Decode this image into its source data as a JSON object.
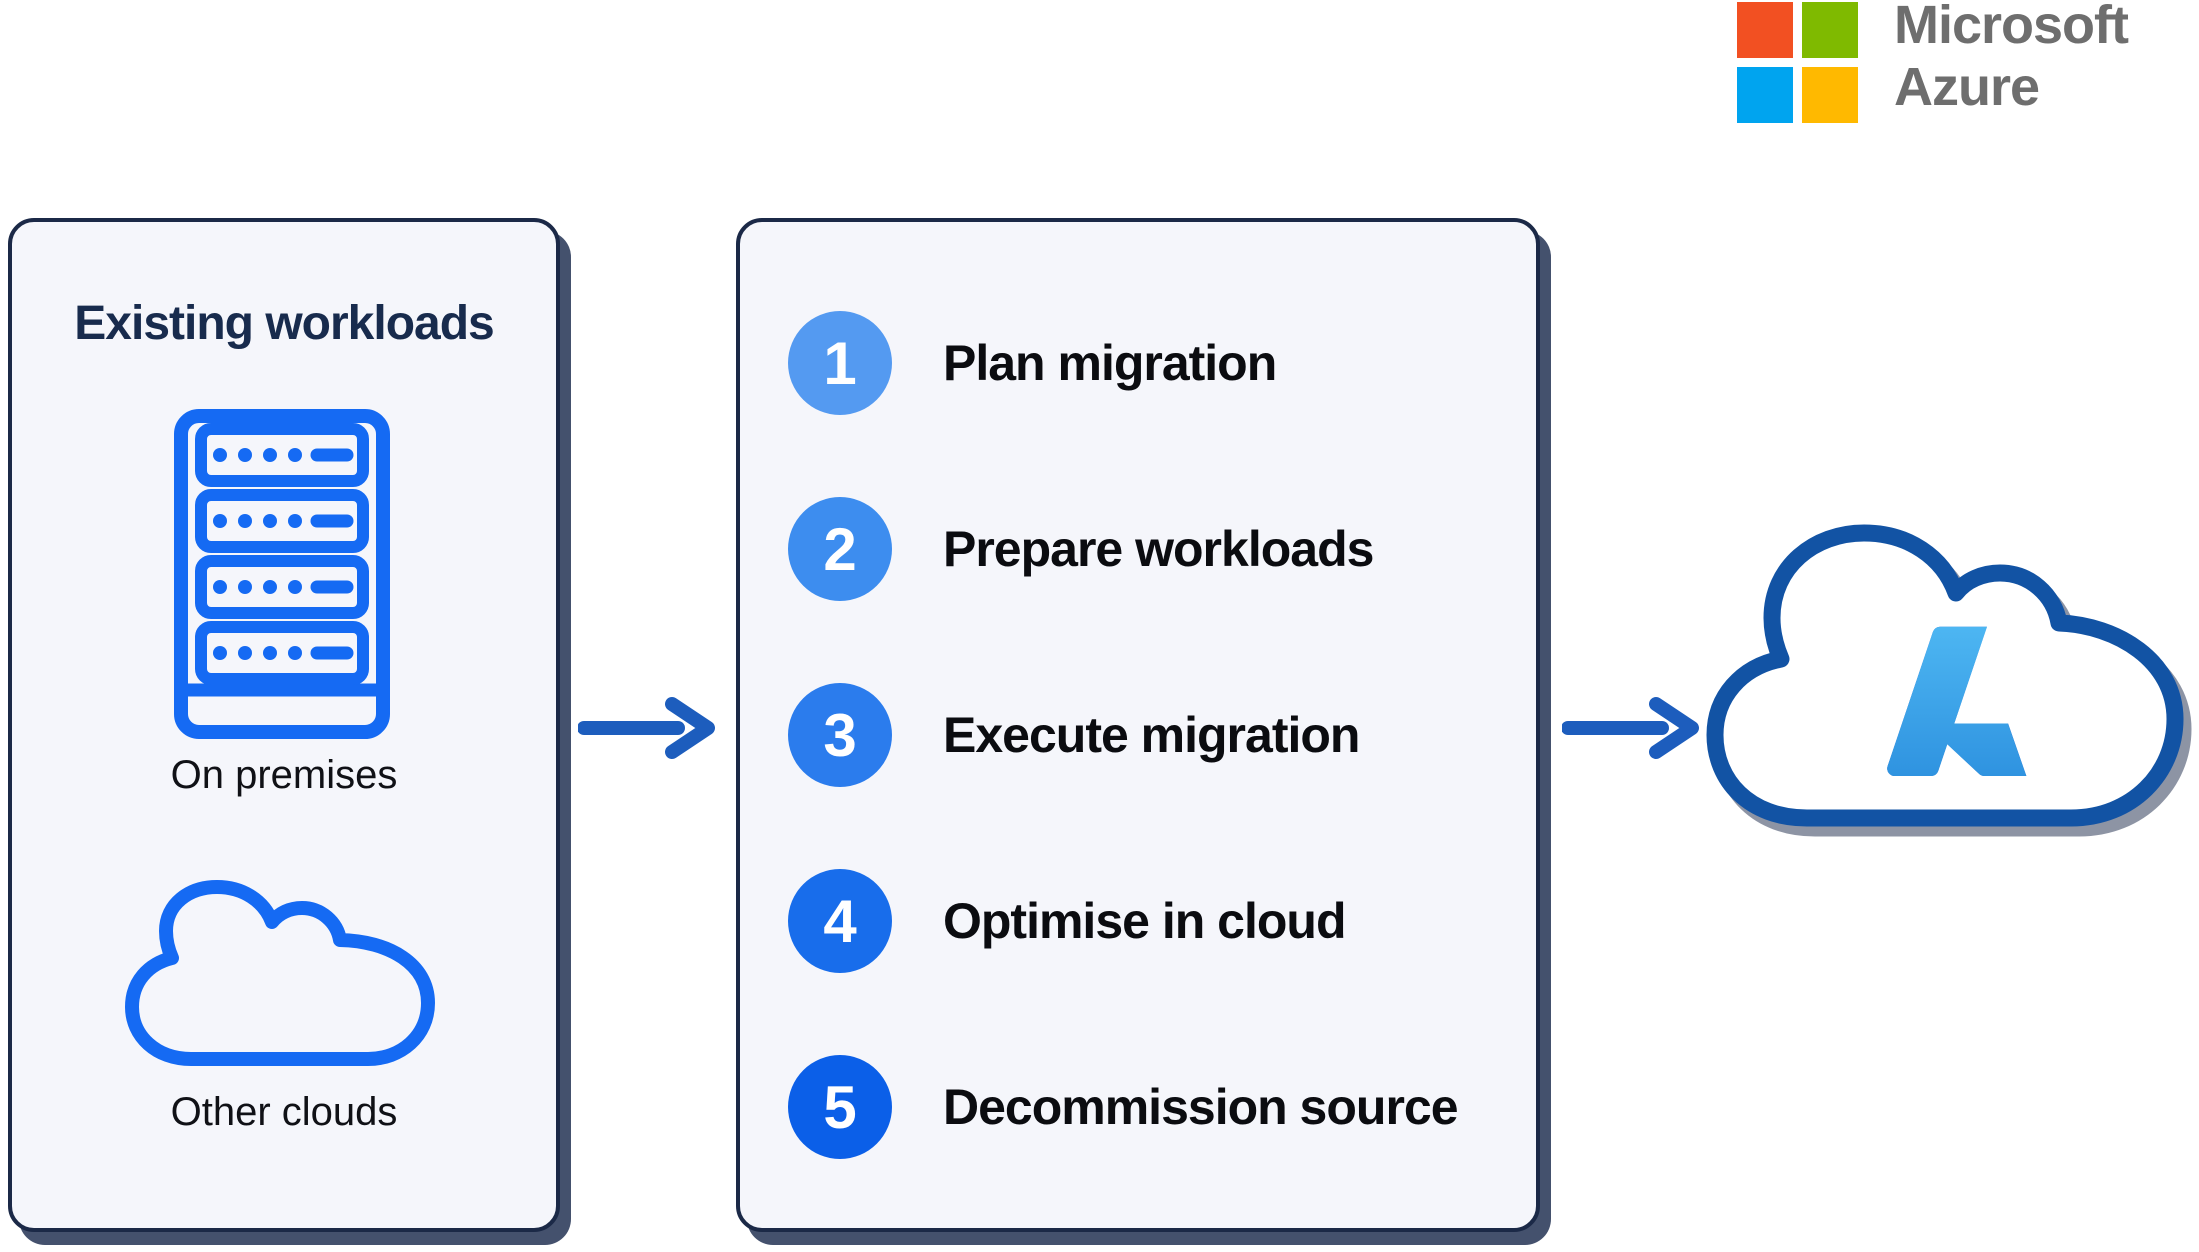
{
  "brand": {
    "name_line1": "Microsoft",
    "name_line2": "Azure",
    "square_colors": [
      "#F25022",
      "#7FBA00",
      "#00A4EF",
      "#FFB900"
    ]
  },
  "left_panel": {
    "title": "Existing workloads",
    "items": [
      {
        "icon": "server-rack-icon",
        "label": "On premises"
      },
      {
        "icon": "cloud-outline-icon",
        "label": "Other clouds"
      }
    ]
  },
  "steps_panel": {
    "steps": [
      {
        "number": "1",
        "label": "Plan migration",
        "circle_color": "#549af1"
      },
      {
        "number": "2",
        "label": "Prepare workloads",
        "circle_color": "#3d8def"
      },
      {
        "number": "3",
        "label": "Execute migration",
        "circle_color": "#2b7ced"
      },
      {
        "number": "4",
        "label": "Optimise in cloud",
        "circle_color": "#186deb"
      },
      {
        "number": "5",
        "label": "Decommission source",
        "circle_color": "#0b5fe8"
      }
    ]
  },
  "destination": {
    "icon": "azure-cloud-icon"
  },
  "colors": {
    "accent_blue": "#156af3",
    "arrow_blue": "#1d5dbd",
    "panel_bg": "#f5f6fb",
    "panel_border": "#1b2947",
    "panel_shadow": "#44516d",
    "title_navy": "#182b4d",
    "step_text": "#0b0c10",
    "cloud_outline": "#1253a4",
    "brand_text": "#6e6e6e"
  }
}
